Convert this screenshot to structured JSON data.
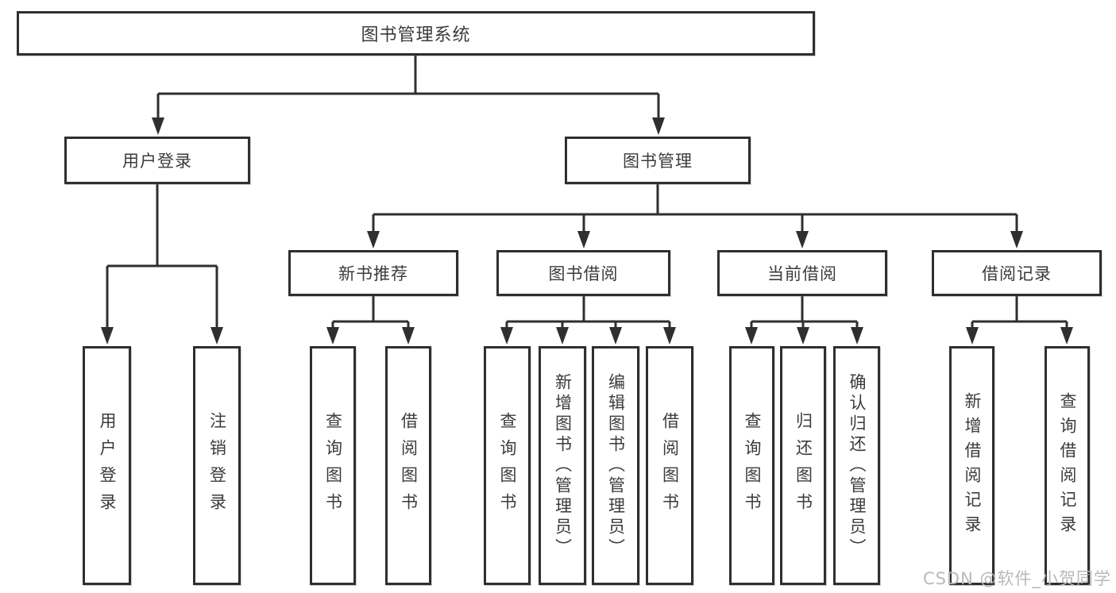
{
  "diagram": {
    "title": "图书管理系统",
    "level2": {
      "user_login": "用户登录",
      "book_management": "图书管理"
    },
    "level3": {
      "new_books": "新书推荐",
      "borrowing": "图书借阅",
      "current": "当前借阅",
      "records": "借阅记录"
    },
    "leaves": {
      "user_login": "用户登录",
      "logout": "注销登录",
      "nb_query": "查询图书",
      "nb_borrow": "借阅图书",
      "bb_query": "查询图书",
      "bb_add": "新增图书（管理员）",
      "bb_edit": "编辑图书（管理员）",
      "bb_borrow": "借阅图书",
      "cb_query": "查询图书",
      "cb_return": "归还图书",
      "cb_confirm": "确认归还（管理员）",
      "rec_add": "新增借阅记录",
      "rec_query": "查询借阅记录"
    }
  },
  "watermark": "CSDN @软件_小贺同学",
  "colors": {
    "line": "#2f2f2f",
    "text": "#3b3b3b",
    "watermark": "#b9b9b9",
    "background": "#ffffff"
  }
}
